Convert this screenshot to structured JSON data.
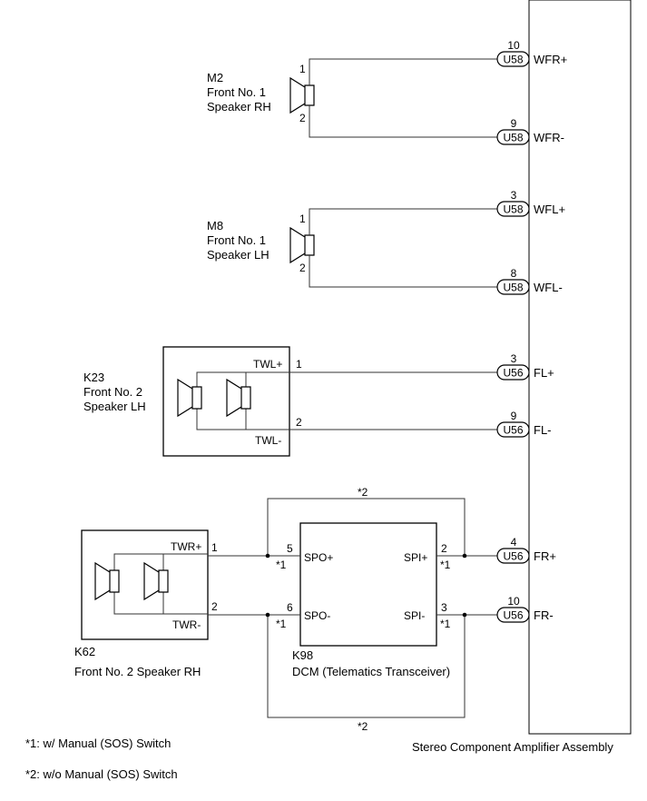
{
  "amplifier": {
    "label": "Stereo Component Amplifier Assembly",
    "terminals": [
      {
        "pin": "10",
        "connector": "U58",
        "signal": "WFR+"
      },
      {
        "pin": "9",
        "connector": "U58",
        "signal": "WFR-"
      },
      {
        "pin": "3",
        "connector": "U58",
        "signal": "WFL+"
      },
      {
        "pin": "8",
        "connector": "U58",
        "signal": "WFL-"
      },
      {
        "pin": "3",
        "connector": "U56",
        "signal": "FL+"
      },
      {
        "pin": "9",
        "connector": "U56",
        "signal": "FL-"
      },
      {
        "pin": "4",
        "connector": "U56",
        "signal": "FR+"
      },
      {
        "pin": "10",
        "connector": "U56",
        "signal": "FR-"
      }
    ]
  },
  "speakers": {
    "m2": {
      "code": "M2",
      "line1": "Front No. 1",
      "line2": "Speaker RH",
      "pin_pos": "1",
      "pin_neg": "2"
    },
    "m8": {
      "code": "M8",
      "line1": "Front No. 1",
      "line2": "Speaker LH",
      "pin_pos": "1",
      "pin_neg": "2"
    },
    "k23": {
      "code": "K23",
      "line1": "Front No. 2",
      "line2": "Speaker LH",
      "term_pos": "TWL+",
      "term_neg": "TWL-",
      "pin_pos": "1",
      "pin_neg": "2"
    },
    "k62": {
      "code": "K62",
      "line1": "Front No. 2 Speaker RH",
      "term_pos": "TWR+",
      "term_neg": "TWR-",
      "pin_pos": "1",
      "pin_neg": "2"
    }
  },
  "dcm": {
    "code": "K98",
    "name": "DCM (Telematics Transceiver)",
    "spo_pos": {
      "pin": "5",
      "label": "SPO+"
    },
    "spo_neg": {
      "pin": "6",
      "label": "SPO-"
    },
    "spi_pos": {
      "pin": "2",
      "label": "SPI+"
    },
    "spi_neg": {
      "pin": "3",
      "label": "SPI-"
    }
  },
  "marks": {
    "m1": "*1",
    "m2": "*2"
  },
  "notes": {
    "note1": "*1: w/ Manual (SOS) Switch",
    "note2": "*2: w/o Manual (SOS) Switch"
  }
}
